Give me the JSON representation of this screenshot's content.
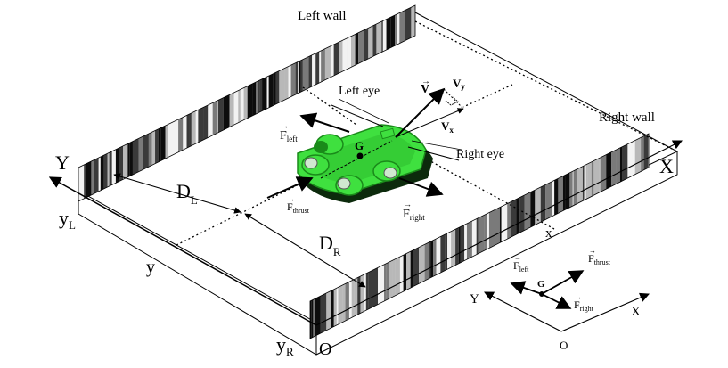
{
  "walls": {
    "left": "Left wall",
    "right": "Right wall"
  },
  "eyes": {
    "left": "Left eye",
    "right": "Right eye"
  },
  "velocity": {
    "v": "V",
    "vx_base": "V",
    "vx_sub": "x",
    "vy_base": "V",
    "vy_sub": "y"
  },
  "forces": {
    "base": "F",
    "left_sub": "left",
    "right_sub": "right",
    "thrust_sub": "thrust",
    "center": "G"
  },
  "axes": {
    "x": "X",
    "y": "Y",
    "origin": "O",
    "x_marker": "x",
    "y_marker": "y"
  },
  "distances": {
    "base": "D",
    "left_sub": "L",
    "right_sub": "R"
  },
  "y_labels": {
    "base": "y",
    "left_sub": "L",
    "right_sub": "R"
  },
  "inset": {
    "x": "X",
    "y": "Y",
    "origin": "O",
    "center": "G",
    "base": "F",
    "left_sub": "left",
    "right_sub": "right",
    "thrust_sub": "thrust"
  },
  "colors": {
    "robot_body": "#3fe03f",
    "robot_dark": "#1a8a1a",
    "wall_light": "#e8e8e8",
    "wall_dark": "#111111"
  }
}
